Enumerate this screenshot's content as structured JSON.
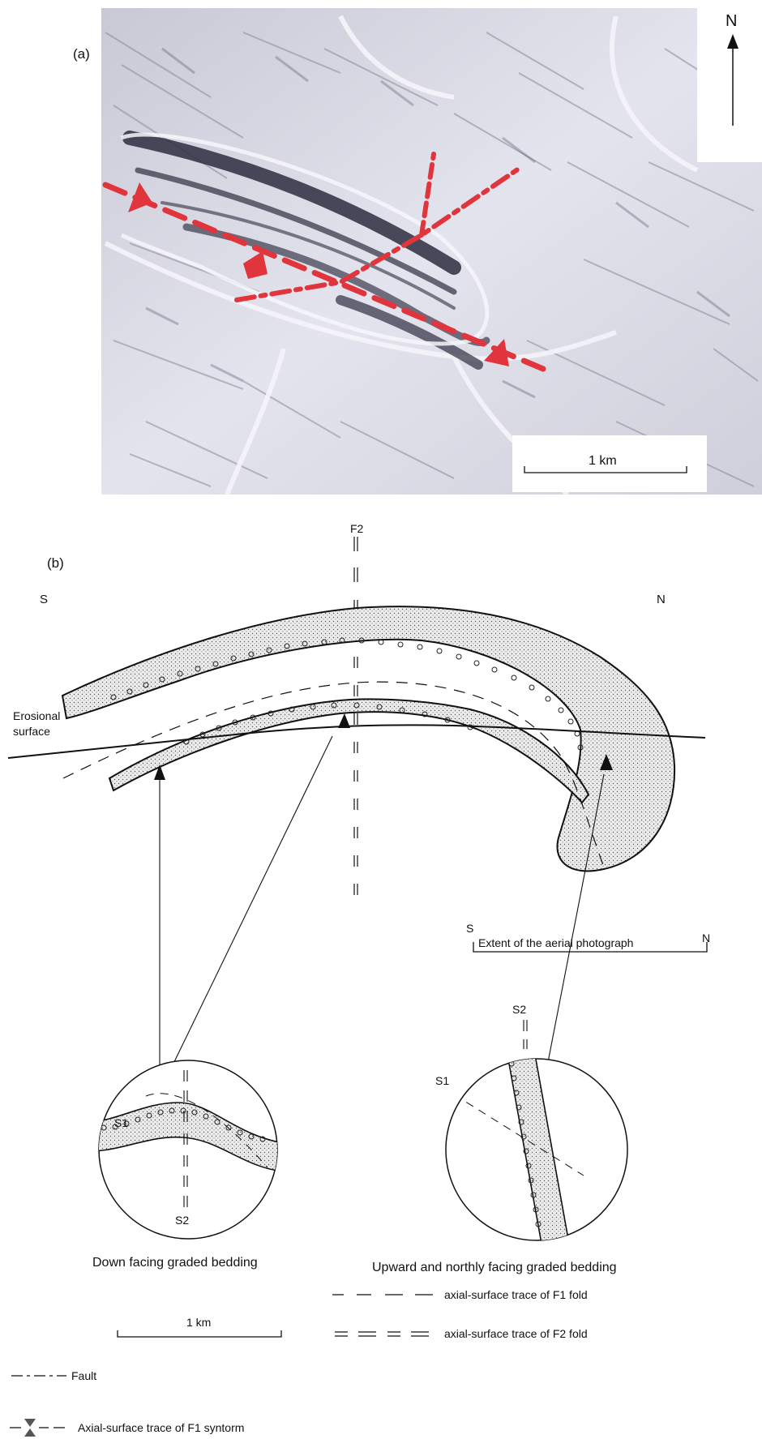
{
  "panel_a": {
    "label": "(a)",
    "north_label": "N",
    "scale_label": "1 km"
  },
  "panel_b": {
    "label": "(b)",
    "south_label": "S",
    "north_label": "N",
    "f2_label": "F2",
    "erosional_label": "Erosional surface",
    "extent_s": "S",
    "extent_n": "N",
    "extent_label": "Extent of the aerial photograph",
    "inset_left": {
      "s1": "S1",
      "s2": "S2",
      "caption": "Down facing graded bedding"
    },
    "inset_right": {
      "s1": "S1",
      "s2": "S2",
      "caption": "Upward and northly facing graded bedding"
    },
    "scale_label": "1 km"
  },
  "legend": {
    "f1_trace": "axial-surface trace of F1 fold",
    "f2_trace": "axial-surface trace of F2 fold",
    "fault": "Fault",
    "syntorm": "Axial-surface trace of F1 syntorm"
  },
  "colors": {
    "accent_red": "#e0353c",
    "photo_base": "#dcdce6"
  }
}
